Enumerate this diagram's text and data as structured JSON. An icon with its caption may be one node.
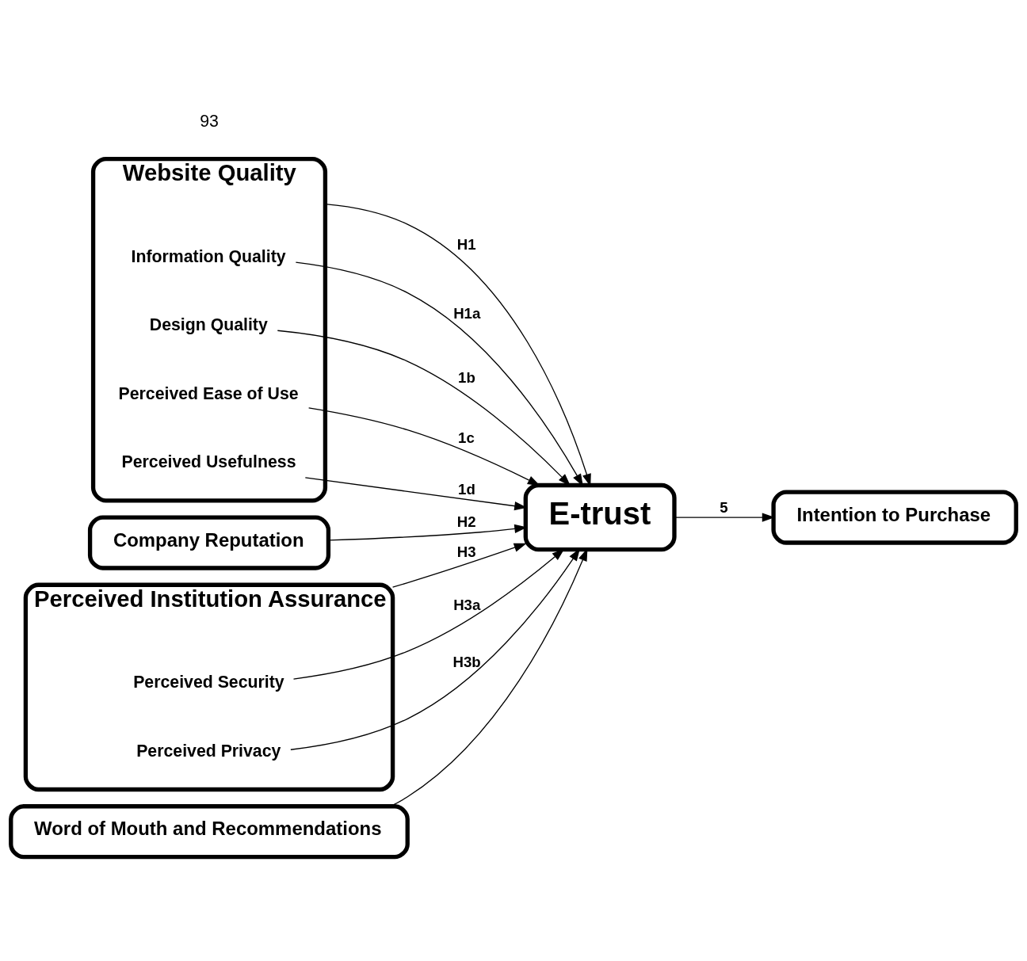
{
  "diagram": {
    "nodes": [
      {
        "text": [
          "Website Quality"
        ]
      },
      {
        "text": [
          "Information Quality"
        ],
        "in": 0
      },
      {
        "text": [
          "Design Quality"
        ],
        "in": 0
      },
      {
        "text": [
          "Perceived Ease of Use"
        ],
        "in": 0
      },
      {
        "text": [
          "Perceived Usefulness"
        ],
        "in": 0
      },
      {
        "text": [
          "Company Reputation"
        ]
      },
      {
        "text": [
          "E-trust"
        ]
      },
      {
        "text": [
          "Intention to Purchase"
        ]
      },
      {
        "text": [
          "Perceived Institution Assurance"
        ]
      },
      {
        "text": [
          "Perceived Security"
        ],
        "in": 8
      },
      {
        "text": [
          "Perceived Privacy"
        ],
        "in": 8
      },
      {
        "text": [
          "Word of Mouth and Recommendations"
        ]
      }
    ],
    "edges": [
      {
        "from": 0,
        "to": 6,
        "arrow": "to",
        "label": "H1"
      },
      {
        "from": 1,
        "to": 6,
        "arrow": "to",
        "label": "H1a"
      },
      {
        "from": 2,
        "to": 6,
        "arrow": "to",
        "label": "1b"
      },
      {
        "from": 3,
        "to": 6,
        "arrow": "to",
        "label": "1c"
      },
      {
        "from": 4,
        "to": 6,
        "arrow": "to",
        "label": "1d"
      },
      {
        "from": 5,
        "to": 6,
        "arrow": "to",
        "label": "H2"
      },
      {
        "from": 6,
        "to": 7,
        "arrow": "to",
        "label": "5"
      },
      {
        "from": 8,
        "to": 6,
        "arrow": "to",
        "label": "H3"
      },
      {
        "from": 9,
        "to": 6,
        "arrow": "to",
        "label": "H3a"
      },
      {
        "from": 10,
        "to": 6,
        "arrow": "to",
        "label": "H3b"
      },
      {
        "from": 11,
        "to": 6,
        "arrow": "to"
      }
    ],
    "labels": [
      "93"
    ]
  }
}
